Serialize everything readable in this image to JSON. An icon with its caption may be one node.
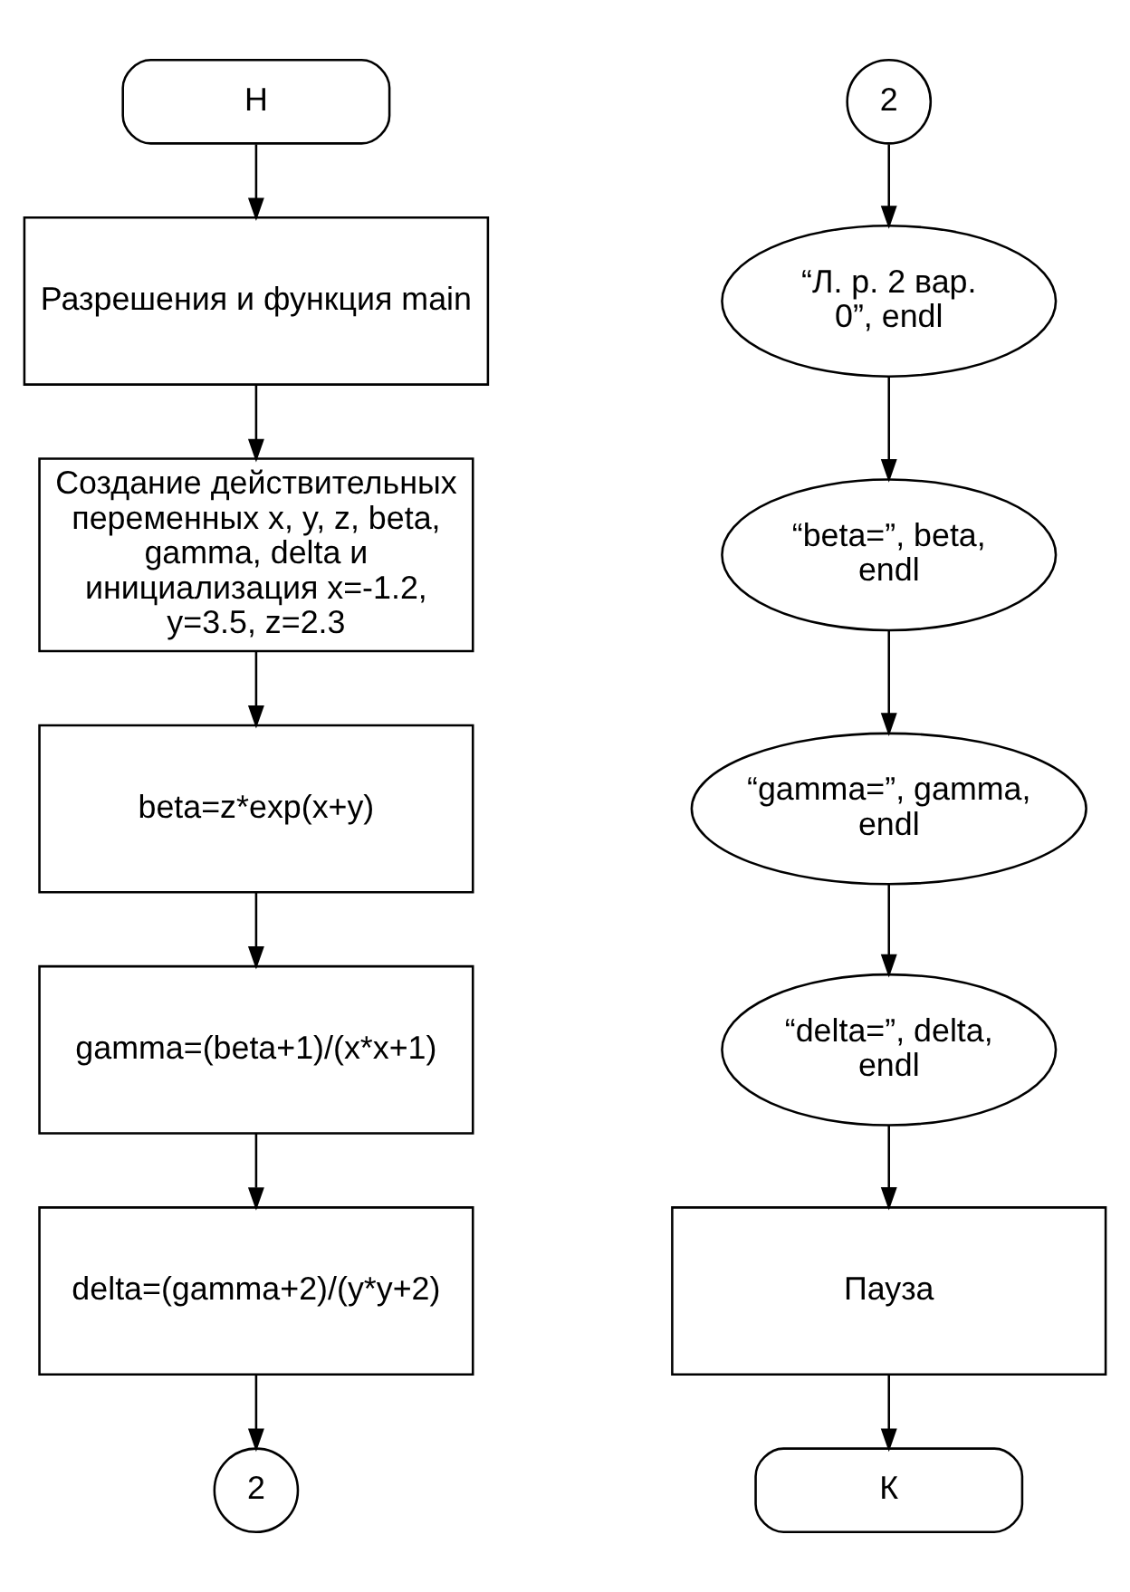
{
  "diagram": {
    "nodes": [
      {
        "text": [
          "Н"
        ]
      },
      {
        "text": [
          "Разрешения и функция main"
        ]
      },
      {
        "text": [
          "Создание действительных переменных x, y, z, beta, gamma, delta и инициализация x=-1.2, y=3.5, z=2.3"
        ]
      },
      {
        "text": [
          "beta=z*exp(x+y)"
        ]
      },
      {
        "text": [
          "gamma=(beta+1)/(x*x+1)"
        ]
      },
      {
        "text": [
          "delta=(gamma+2)/(y*y+2)"
        ]
      },
      {
        "text": [
          "2"
        ]
      },
      {
        "text": [
          "2"
        ]
      },
      {
        "text": [
          "“Л. р. 2 вар. 0”, endl"
        ]
      },
      {
        "text": [
          "“beta=”, beta, endl"
        ]
      },
      {
        "text": [
          "“gamma=”, gamma, endl"
        ]
      },
      {
        "text": [
          "“delta=”, delta, endl"
        ]
      },
      {
        "text": [
          "Пауза"
        ]
      },
      {
        "text": [
          "К"
        ]
      }
    ],
    "edges": [
      {
        "from": 0,
        "to": 1,
        "arrow": "to"
      },
      {
        "from": 1,
        "to": 2,
        "arrow": "to"
      },
      {
        "from": 2,
        "to": 3,
        "arrow": "to"
      },
      {
        "from": 3,
        "to": 4,
        "arrow": "to"
      },
      {
        "from": 4,
        "to": 5,
        "arrow": "to"
      },
      {
        "from": 5,
        "to": 6,
        "arrow": "to"
      },
      {
        "from": 7,
        "to": 8,
        "arrow": "to"
      },
      {
        "from": 8,
        "to": 9,
        "arrow": "to"
      },
      {
        "from": 9,
        "to": 10,
        "arrow": "to"
      },
      {
        "from": 10,
        "to": 11,
        "arrow": "to"
      },
      {
        "from": 11,
        "to": 12,
        "arrow": "to"
      },
      {
        "from": 12,
        "to": 13,
        "arrow": "to"
      }
    ]
  }
}
